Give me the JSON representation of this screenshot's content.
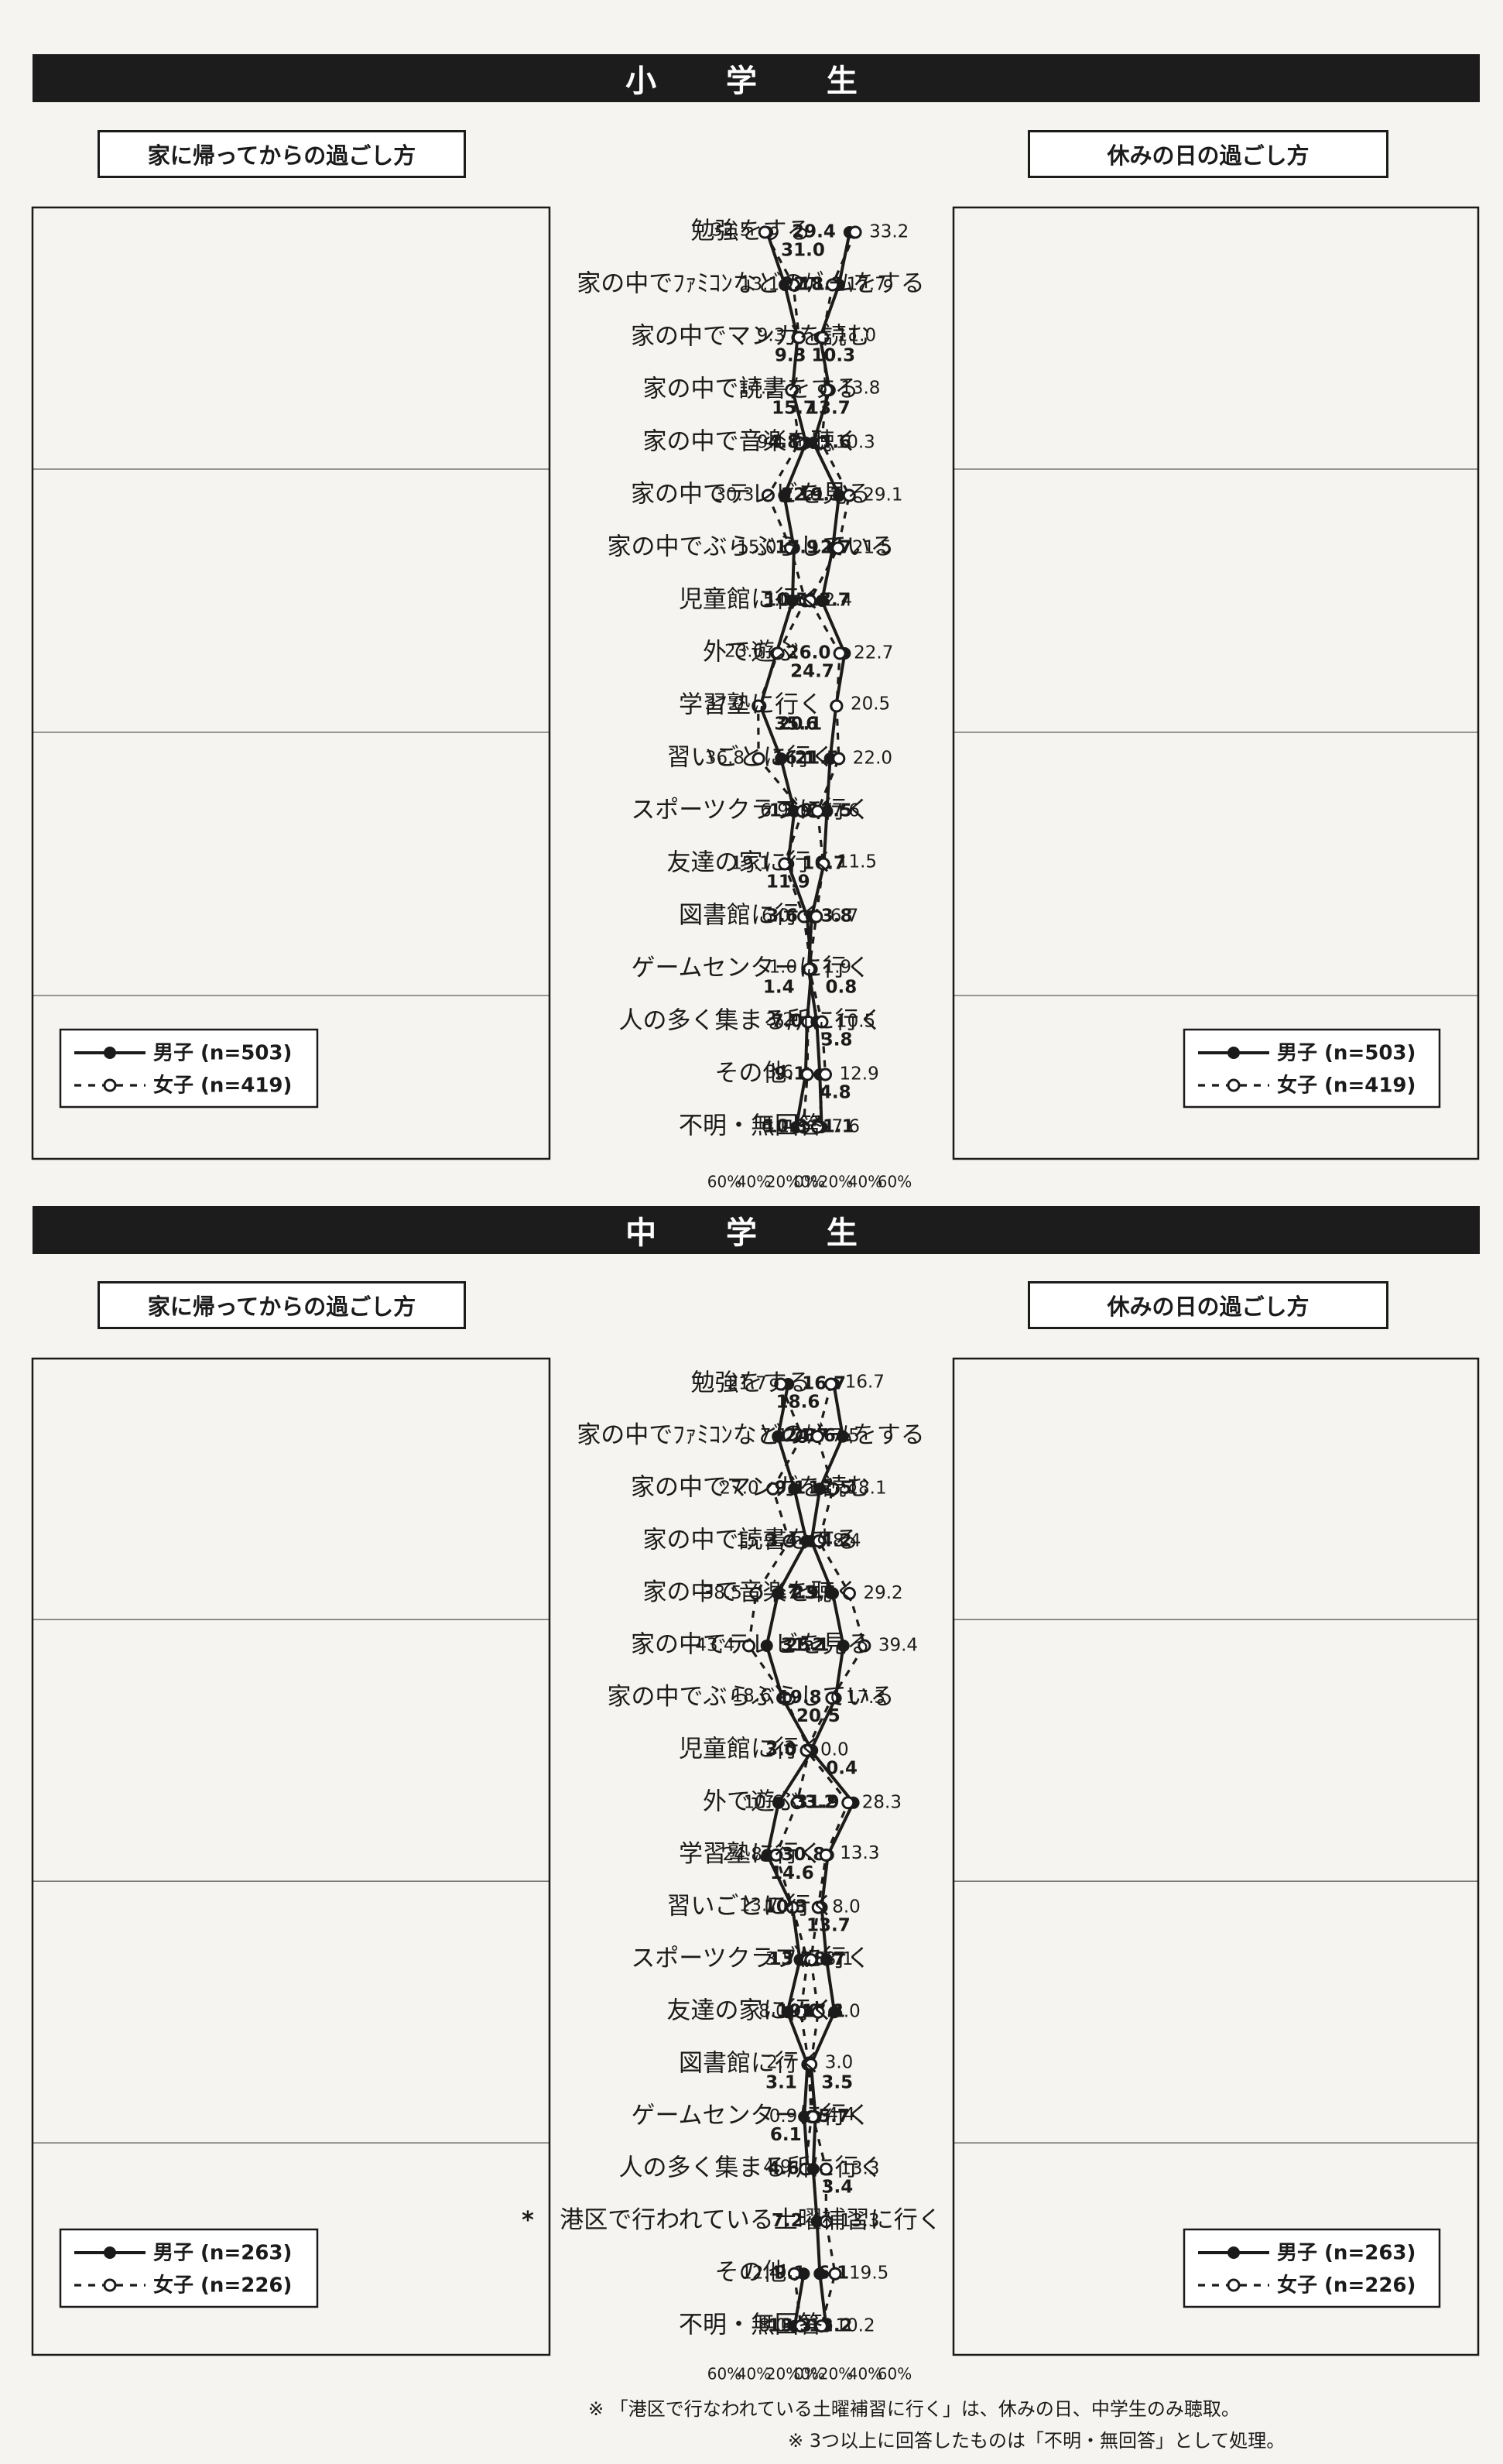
{
  "sections": [
    {
      "banner": "小 学 生",
      "left_title": "家に帰ってからの過ごし方",
      "right_title": "休みの日の過ごし方",
      "categories": [
        "勉強をする",
        "家の中でﾌｧﾐｺﾝなどのｹﾞｰﾑをする",
        "家の中でマンガを読む",
        "家の中で読書をする",
        "家の中で音楽を聴く",
        "家の中でテレビを見る",
        "家の中でぶらぶらしている",
        "児童館に行く",
        "外で遊ぶ",
        "学習塾に行く",
        "習いごとに行く",
        "スポーツクラブに行く",
        "友達の家に行く",
        "図書館に行く",
        "ゲームセンターに行く",
        "人の多く集まる所に行く",
        "その他",
        "不明・無回答"
      ],
      "legend": {
        "male": "男子 (n=503)",
        "female": "女子 (n=419)"
      }
    },
    {
      "banner": "中 学 生",
      "left_title": "家に帰ってからの過ごし方",
      "right_title": "休みの日の過ごし方",
      "categories": [
        "勉強をする",
        "家の中でﾌｧﾐｺﾝなどのｹﾞｰﾑをする",
        "家の中でマンガを読む",
        "家の中で読書をする",
        "家の中で音楽を聴く",
        "家の中でテレビを見る",
        "家の中でぶらぶらしている",
        "児童館に行く",
        "外で遊ぶ",
        "学習塾に行く",
        "習いごとに行く",
        "スポーツクラブに行く",
        "友達の家に行く",
        "図書館に行く",
        "ゲームセンターに行く",
        "人の多く集まる所に行く",
        "港区で行われている土曜補習に行く",
        "その他",
        "不明・無回答"
      ],
      "asterisk": "*",
      "legend": {
        "male": "男子 (n=263)",
        "female": "女子 (n=226)"
      }
    }
  ],
  "chart_data": [
    {
      "type": "line",
      "title": "家に帰ってからの過ごし方",
      "group": "小学生",
      "orientation": "horizontal",
      "x_direction": "reversed",
      "xlim": [
        0,
        60
      ],
      "x_ticks": [
        "60%",
        "40%",
        "20%",
        "0%"
      ],
      "series": [
        {
          "name": "男子 (n=503)",
          "values": [
            31.0,
            18.9,
            10.3,
            13.7,
            4.6,
            19.3,
            12.7,
            13.7,
            24.7,
            35.6,
            21.5,
            12.5,
            16.7,
            3.8,
            0.8,
            3.8,
            4.8,
            11.1
          ]
        },
        {
          "name": "女子 (n=419)",
          "values": [
            32.5,
            13.1,
            9.3,
            14.3,
            9.1,
            30.3,
            15.0,
            5.0,
            23.6,
            37.0,
            36.8,
            6.9,
            19.1,
            6.0,
            1.0,
            3.2,
            3.6,
            6.2
          ]
        }
      ]
    },
    {
      "type": "line",
      "title": "休みの日の過ごし方",
      "group": "小学生",
      "orientation": "horizontal",
      "xlim": [
        0,
        60
      ],
      "x_ticks": [
        "0%",
        "20%",
        "40%",
        "60%"
      ],
      "series": [
        {
          "name": "男子 (n=503)",
          "values": [
            29.4,
            22.1,
            9.3,
            15.7,
            4.8,
            22.1,
            17.9,
            10.5,
            26.0,
            20.1,
            16.1,
            13.9,
            11.9,
            3.6,
            1.4,
            7.0,
            9.1,
            10.3
          ]
        },
        {
          "name": "女子 (n=419)",
          "values": [
            33.2,
            17.7,
            11.0,
            13.8,
            10.3,
            29.1,
            21.5,
            2.4,
            22.7,
            20.5,
            22.0,
            7.6,
            11.5,
            6.7,
            1.9,
            10.5,
            12.9,
            7.6
          ]
        }
      ]
    },
    {
      "type": "line",
      "title": "家に帰ってからの過ごし方",
      "group": "中学生",
      "orientation": "horizontal",
      "x_direction": "reversed",
      "xlim": [
        0,
        60
      ],
      "x_ticks": [
        "60%",
        "40%",
        "20%",
        "0%"
      ],
      "series": [
        {
          "name": "男子 (n=263)",
          "values": [
            16.7,
            23.6,
            12.5,
            4.2,
            23.6,
            31.2,
            20.5,
            0.4,
            23.2,
            30.8,
            13.7,
            8.7,
            17.1,
            3.5,
            5.7,
            3.4,
            null,
            6.1,
            12.2
          ]
        },
        {
          "name": "女子 (n=226)",
          "values": [
            21.7,
            7.1,
            27.0,
            15.9,
            38.5,
            43.4,
            18.6,
            2.3,
            10.6,
            24.8,
            13.7,
            3.5,
            8.0,
            2.7,
            0.9,
            4.9,
            null,
            12.4,
            8.0
          ]
        }
      ]
    },
    {
      "type": "line",
      "title": "休みの日の過ごし方",
      "group": "中学生",
      "orientation": "horizontal",
      "xlim": [
        0,
        60
      ],
      "x_ticks": [
        "0%",
        "20%",
        "40%",
        "60%"
      ],
      "series": [
        {
          "name": "男子 (n=263)",
          "values": [
            18.6,
            24.7,
            9.1,
            3.4,
            17.9,
            25.1,
            19.8,
            3.0,
            31.9,
            14.6,
            10.3,
            13.7,
            19.0,
            3.1,
            6.1,
            4.6,
            7.2,
            9.1,
            13.3
          ]
        },
        {
          "name": "女子 (n=226)",
          "values": [
            16.7,
            7.5,
            18.1,
            8.4,
            29.2,
            39.4,
            17.3,
            0.0,
            28.3,
            13.3,
            8.0,
            3.1,
            8.0,
            3.0,
            4.4,
            13.3,
            13.3,
            19.5,
            10.2
          ]
        }
      ]
    }
  ],
  "notes": [
    "※ 「港区で行なわれている土曜補習に行く」は、休みの日、中学生のみ聴取。",
    "※ 3つ以上に回答したものは「不明・無回答」として処理。"
  ]
}
